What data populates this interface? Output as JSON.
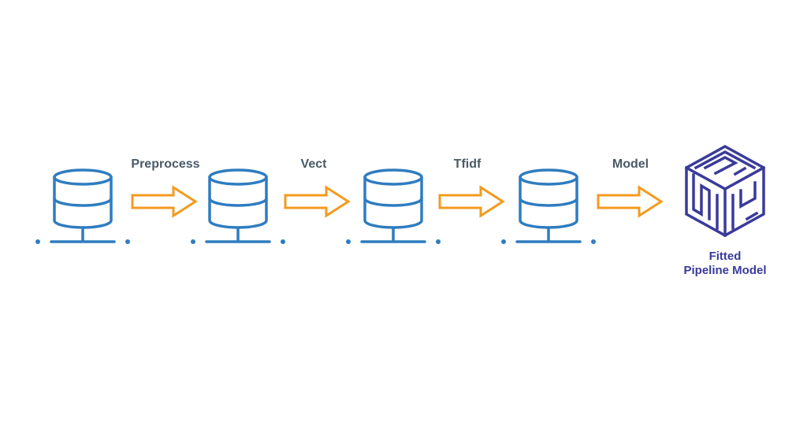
{
  "diagram": {
    "steps": [
      {
        "label": "Preprocess"
      },
      {
        "label": "Vect"
      },
      {
        "label": "Tfidf"
      },
      {
        "label": "Model"
      }
    ],
    "output": {
      "line1": "Fitted",
      "line2": "Pipeline Model",
      "icon": "pipeline-cube-icon"
    },
    "database_icon": "database-icon",
    "arrow_icon": "arrow-right-icon",
    "colors": {
      "database": "#2f7dc0",
      "arrow": "#f39a1f",
      "step_label": "#4a5a66",
      "model": "#3a3a9a",
      "background": "#ffffff"
    }
  }
}
